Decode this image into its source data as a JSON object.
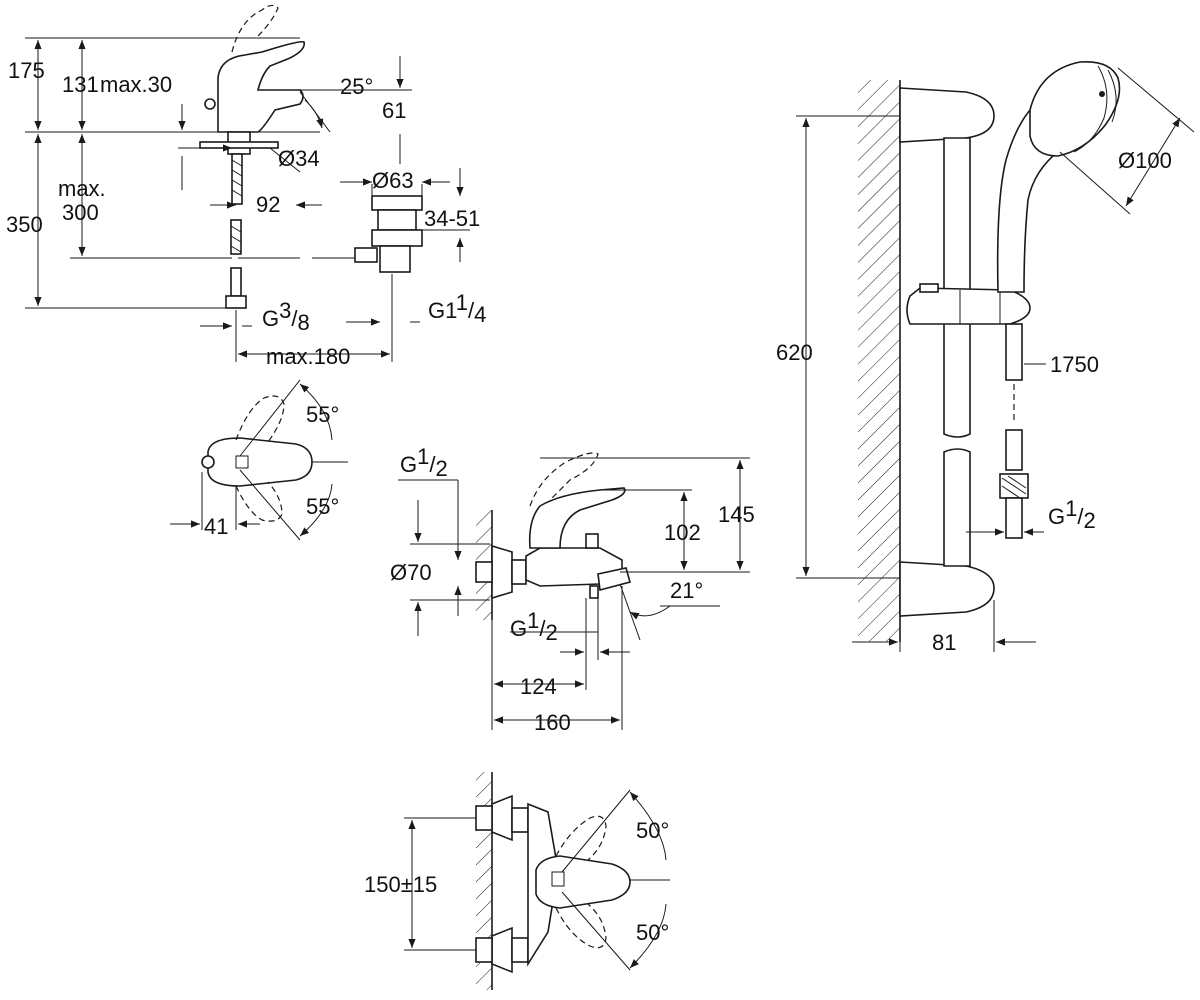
{
  "basin_mixer": {
    "dims": {
      "h175": "175",
      "h131": "131",
      "max30": "max.30",
      "angle25": "25°",
      "h61": "61",
      "d34": "Ø34",
      "d63": "Ø63",
      "w92": "92",
      "r3451": "34-51",
      "h350": "350",
      "max_label": "max.",
      "max300": "300",
      "thread_g": "G",
      "thread_g_sup": "3",
      "thread_g_sub": "8",
      "thread_g1": "G1",
      "thread_g1_sup": "1",
      "thread_g1_sub": "4",
      "max180": "max.180"
    }
  },
  "basin_top_view": {
    "dims": {
      "angle_up": "55°",
      "angle_down": "55°",
      "w41": "41"
    }
  },
  "bath_mixer": {
    "dims": {
      "thread_top_g": "G",
      "thread_top_sup": "1",
      "thread_top_sub": "2",
      "h145": "145",
      "h102": "102",
      "d70": "Ø70",
      "angle21": "21°",
      "thread_bottom_g": "G",
      "thread_bottom_sup": "1",
      "thread_bottom_sub": "2",
      "w124": "124",
      "w160": "160"
    }
  },
  "bath_top_view": {
    "dims": {
      "spacing": "150±15",
      "angle_up": "50°",
      "angle_down": "50°"
    }
  },
  "shower_rail": {
    "dims": {
      "h620": "620",
      "d100": "Ø100",
      "hose1750": "1750",
      "thread_g": "G",
      "thread_sup": "1",
      "thread_sub": "2",
      "w81": "81"
    }
  }
}
